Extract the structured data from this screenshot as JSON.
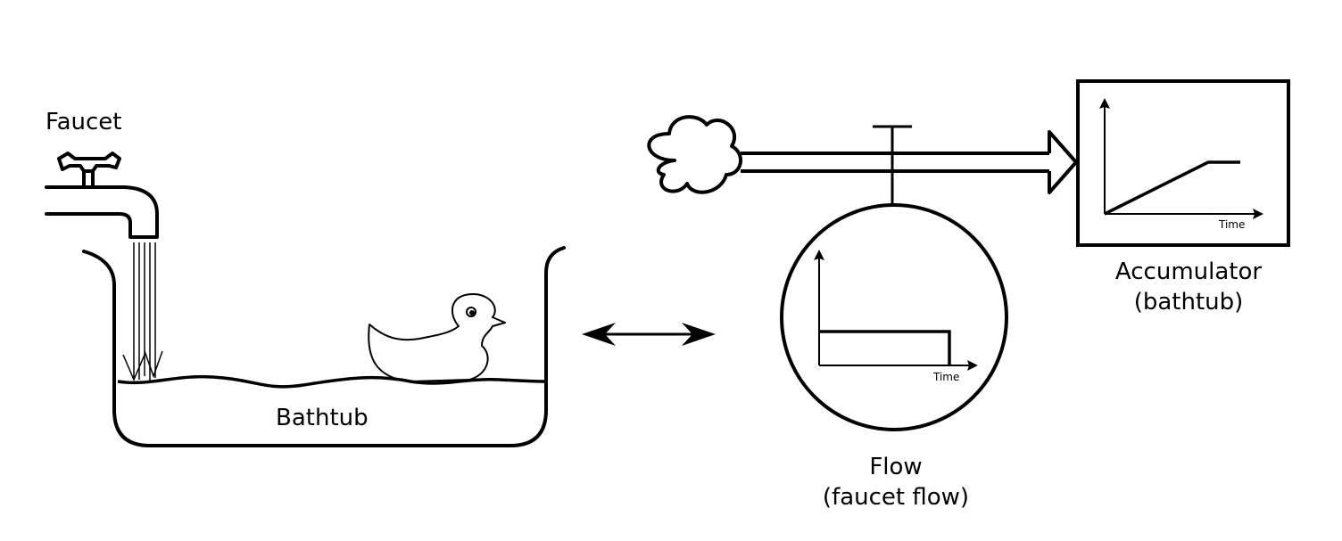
{
  "left_scene": {
    "faucet_label": "Faucet",
    "bathtub_label": "Bathtub"
  },
  "right_scene": {
    "flow_graph": {
      "axis_label": "Time",
      "caption_line1": "Flow",
      "caption_line2": "(faucet flow)"
    },
    "accumulator_graph": {
      "axis_label": "Time",
      "caption_line1": "Accumulator",
      "caption_line2": "(bathtub)"
    }
  },
  "colors": {
    "stroke": "#000000",
    "background": "#ffffff"
  }
}
